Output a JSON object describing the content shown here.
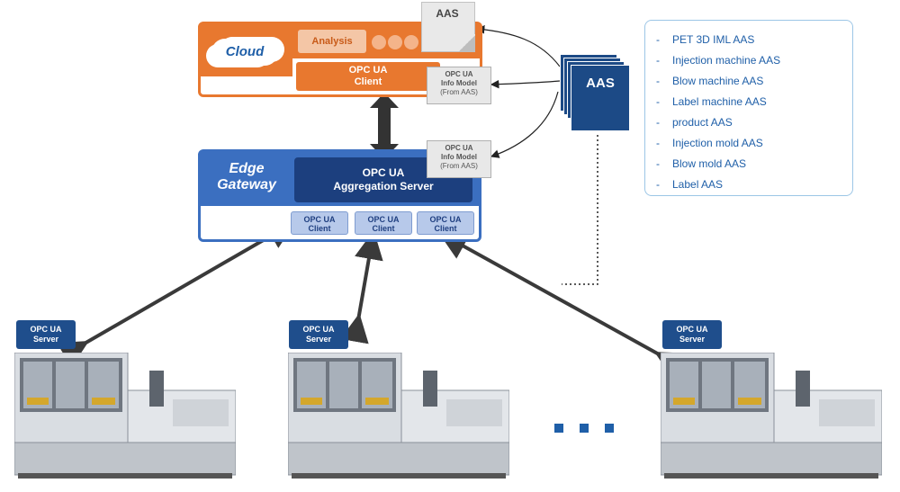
{
  "cloud": {
    "label": "Cloud",
    "analysis_label": "Analysis",
    "client_label_1": "OPC UA",
    "client_label_2": "Client"
  },
  "aas_document": {
    "label": "AAS"
  },
  "info_model_top": {
    "line1": "OPC UA",
    "line2": "Info Model",
    "line3": "(From AAS)"
  },
  "info_model_mid": {
    "line1": "OPC UA",
    "line2": "Info Model",
    "line3": "(From AAS)"
  },
  "edge": {
    "label_1": "Edge",
    "label_2": "Gateway",
    "server_1": "OPC UA",
    "server_2": "Aggregation Server",
    "clients": [
      {
        "line1": "OPC UA",
        "line2": "Client"
      },
      {
        "line1": "OPC UA",
        "line2": "Client"
      },
      {
        "line1": "OPC UA",
        "line2": "Client"
      }
    ]
  },
  "aas_stack": {
    "label": "AAS"
  },
  "aas_list": [
    "PET 3D IML AAS",
    "Injection machine AAS",
    "Blow machine AAS",
    "Label machine AAS",
    "product AAS",
    "Injection mold AAS",
    "Blow mold AAS",
    "Label AAS"
  ],
  "servers": [
    {
      "line1": "OPC UA",
      "line2": "Server"
    },
    {
      "line1": "OPC UA",
      "line2": "Server"
    },
    {
      "line1": "OPC UA",
      "line2": "Server"
    }
  ],
  "colors": {
    "cloud_orange": "#e8782f",
    "edge_blue": "#3b6fc0",
    "navy": "#1c3f7e",
    "list_text": "#1f5fa8"
  }
}
